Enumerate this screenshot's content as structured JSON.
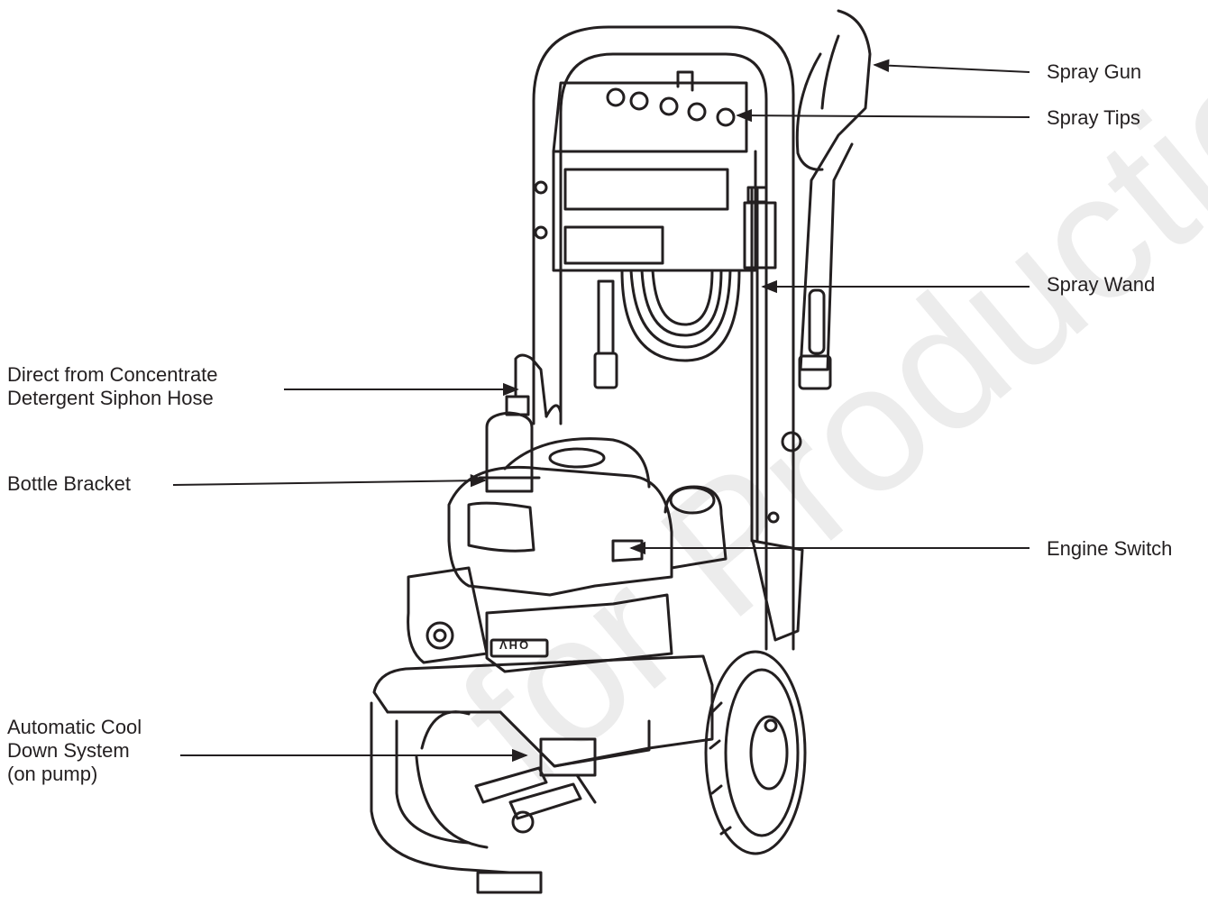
{
  "labels": {
    "spray_gun": "Spray Gun",
    "spray_tips": "Spray Tips",
    "spray_wand": "Spray Wand",
    "detergent_hose": [
      "Direct from Concentrate",
      "Detergent Siphon Hose"
    ],
    "bottle_bracket": "Bottle Bracket",
    "engine_switch": "Engine Switch",
    "cool_down": [
      "Automatic Cool",
      "Down System",
      "(on pump)"
    ]
  },
  "engine_badge": "OHV",
  "watermark": "for Production",
  "colors": {
    "ink": "#231f20",
    "watermark": "#ececec",
    "background": "#ffffff"
  }
}
